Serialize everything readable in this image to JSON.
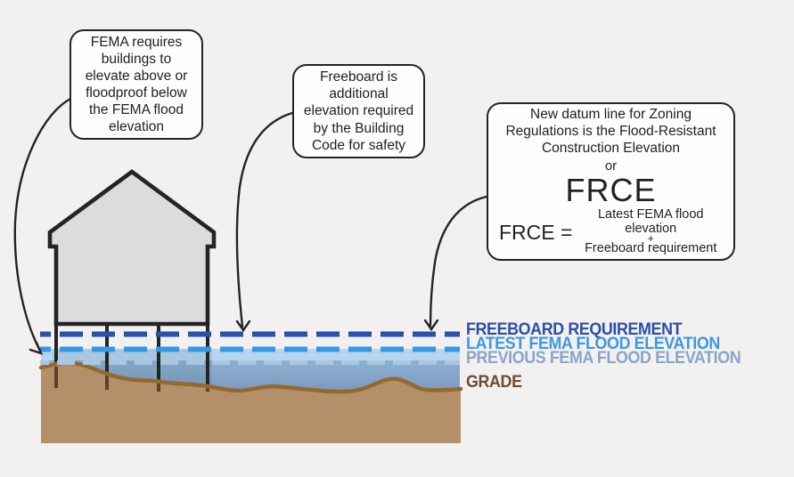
{
  "scene": {
    "background_color": "#f2f1f0",
    "colors": {
      "outline": "#242424",
      "house_fill": "#dcdcdc",
      "freeboard_line": "#2b50ad",
      "latest_line": "#3498e6",
      "previous_line": "#a9c7e1",
      "shallow_water": "#b7d6ee",
      "deep_water_top": "#8db1d3",
      "deep_water_bottom": "#7898bc",
      "ground_fill": "#b4906a",
      "grade_line": "#96682e",
      "pile_stub": "#5c4126"
    }
  },
  "callouts": {
    "fema": {
      "text": "FEMA requires buildings to elevate above or floodproof below the FEMA flood elevation"
    },
    "freeboard": {
      "text": "Freeboard is additional elevation required by the Building Code for safety"
    },
    "frce": {
      "intro": "New datum line for Zoning Regulations is the Flood-Resistant Construction Elevation",
      "or": "or",
      "acronym": "FRCE",
      "equation_lhs": "FRCE =",
      "numerator": "Latest FEMA flood elevation",
      "plus": "+",
      "denominator": "Freeboard requirement"
    }
  },
  "elevation_labels": {
    "freeboard": {
      "text": "FREEBOARD REQUIREMENT",
      "color": "#2b4fa7"
    },
    "latest": {
      "text": "LATEST FEMA FLOOD ELEVATION",
      "color": "#3e97e3"
    },
    "previous": {
      "text": "PREVIOUS FEMA FLOOD ELEVATION",
      "color": "#8ba5c6"
    },
    "grade": {
      "text": "GRADE",
      "color": "#6b4c33"
    }
  }
}
